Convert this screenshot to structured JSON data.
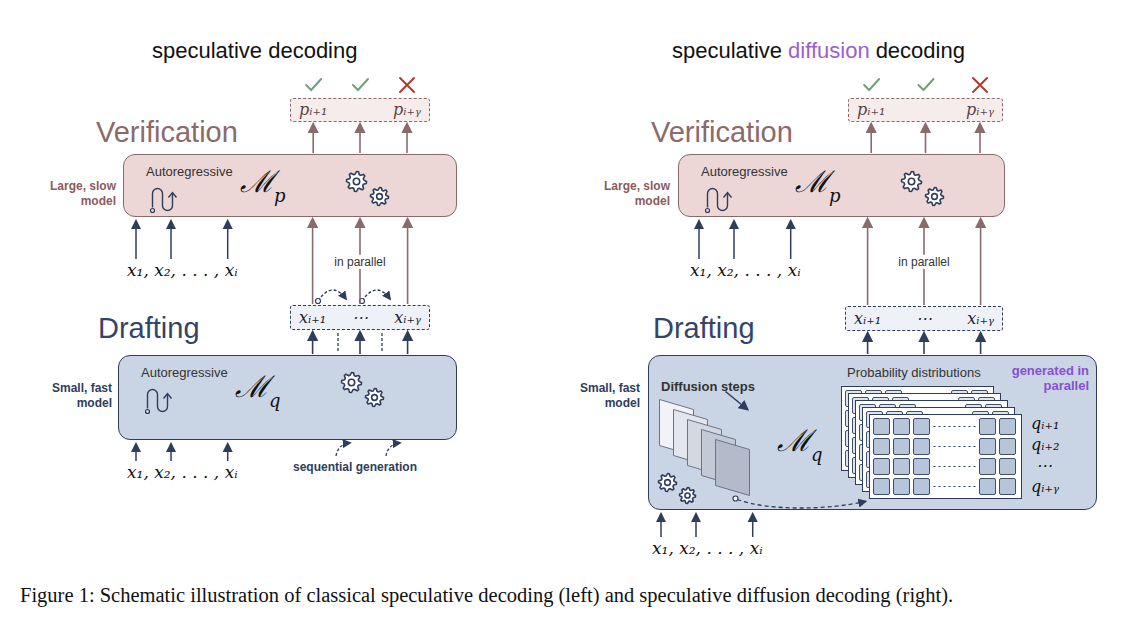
{
  "diagram": {
    "caption": "Figure 1: Schematic illustration of classical speculative decoding (left) and speculative diffusion decoding (right).",
    "nodes": [
      {
        "text": [
          "Verification",
          "Autoregressive",
          "ℳ",
          "p"
        ]
      },
      {
        "text": [
          "pᵢ₊₁",
          "pᵢ₊ᵧ"
        ]
      },
      {
        "text": [
          "xᵢ₊₁",
          "⋯",
          "xᵢ₊ᵧ"
        ]
      },
      {
        "text": [
          "Drafting",
          "Autoregressive",
          "ℳ",
          "q"
        ]
      },
      {
        "text": [
          "Verification",
          "Autoregressive",
          "ℳ",
          "p"
        ]
      },
      {
        "text": [
          "pᵢ₊₁",
          "pᵢ₊ᵧ"
        ]
      },
      {
        "text": [
          "xᵢ₊₁",
          "⋯",
          "xᵢ₊ᵧ"
        ]
      },
      {
        "text": [
          "Drafting",
          "Diffusion steps",
          "ℳ",
          "q",
          "Probability distributions",
          "generated in parallel"
        ]
      }
    ],
    "edges": [
      {
        "from": 3,
        "to": 2,
        "arrow": "to"
      },
      {
        "from": 2,
        "to": 0,
        "label": "in parallel",
        "arrow": "to"
      },
      {
        "from": 0,
        "to": 1,
        "arrow": "to"
      },
      {
        "from": 7,
        "to": 6,
        "arrow": "to"
      },
      {
        "from": 6,
        "to": 4,
        "label": "in parallel",
        "arrow": "to"
      },
      {
        "from": 4,
        "to": 5,
        "arrow": "to"
      }
    ],
    "labels": [
      "speculative decoding",
      "speculative",
      "diffusion",
      "decoding",
      "Large, slow model",
      "Small, fast model",
      "x₁, x₂, . . . , xᵢ",
      "x₁, x₂, . . . , xᵢ",
      "sequential generation",
      "Large, slow model",
      "Small, fast model",
      "x₁, x₂, . . . , xᵢ",
      "x₁, x₂, . . . , xᵢ",
      "qᵢ₊₁",
      "qᵢ₊₂",
      "⋯",
      "qᵢ₊ᵧ"
    ]
  }
}
